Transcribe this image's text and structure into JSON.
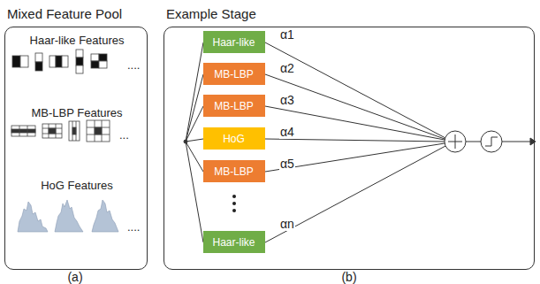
{
  "diagram": {
    "nodes": [
      {
        "text": [
          "Mixed Feature Pool",
          "Haar-like Features",
          "MB-LBP Features",
          "HoG Features"
        ]
      },
      {
        "text": [
          "Example Stage"
        ]
      },
      {
        "text": [
          "Haar-like"
        ],
        "in": 1
      },
      {
        "text": [
          "MB-LBP"
        ],
        "in": 1
      },
      {
        "text": [
          "MB-LBP"
        ],
        "in": 1
      },
      {
        "text": [
          "HoG"
        ],
        "in": 1
      },
      {
        "text": [
          "MB-LBP"
        ],
        "in": 1
      },
      {
        "text": [
          "Haar-like"
        ],
        "in": 1
      }
    ],
    "labels": [
      "....",
      "...",
      "....",
      "α1",
      "α2",
      "α3",
      "α4",
      "α5",
      "αn",
      "(a)",
      "(b)"
    ]
  }
}
